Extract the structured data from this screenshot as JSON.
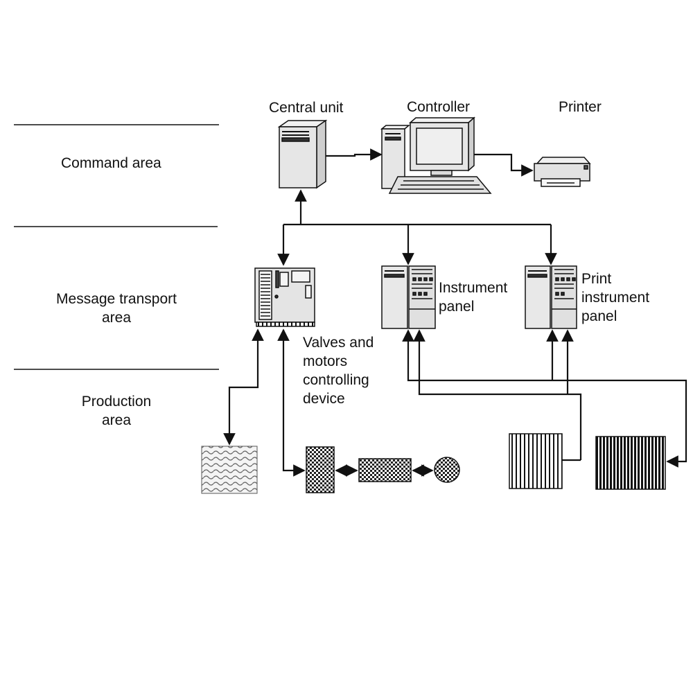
{
  "areas": {
    "command": "Command area",
    "message_transport": [
      "Message transport",
      "area"
    ],
    "production": [
      "Production",
      "area"
    ]
  },
  "devices": {
    "central_unit": "Central unit",
    "controller": "Controller",
    "printer": "Printer",
    "instrument_panel": [
      "Instrument",
      "panel"
    ],
    "print_instrument_panel": [
      "Print",
      "instrument",
      "panel"
    ],
    "valves_motors_device": [
      "Valves and",
      "motors",
      "controlling",
      "device"
    ]
  },
  "colors": {
    "line": "#111111",
    "device_fill": "#e4e4e4",
    "screen_fill": "#ededed"
  }
}
